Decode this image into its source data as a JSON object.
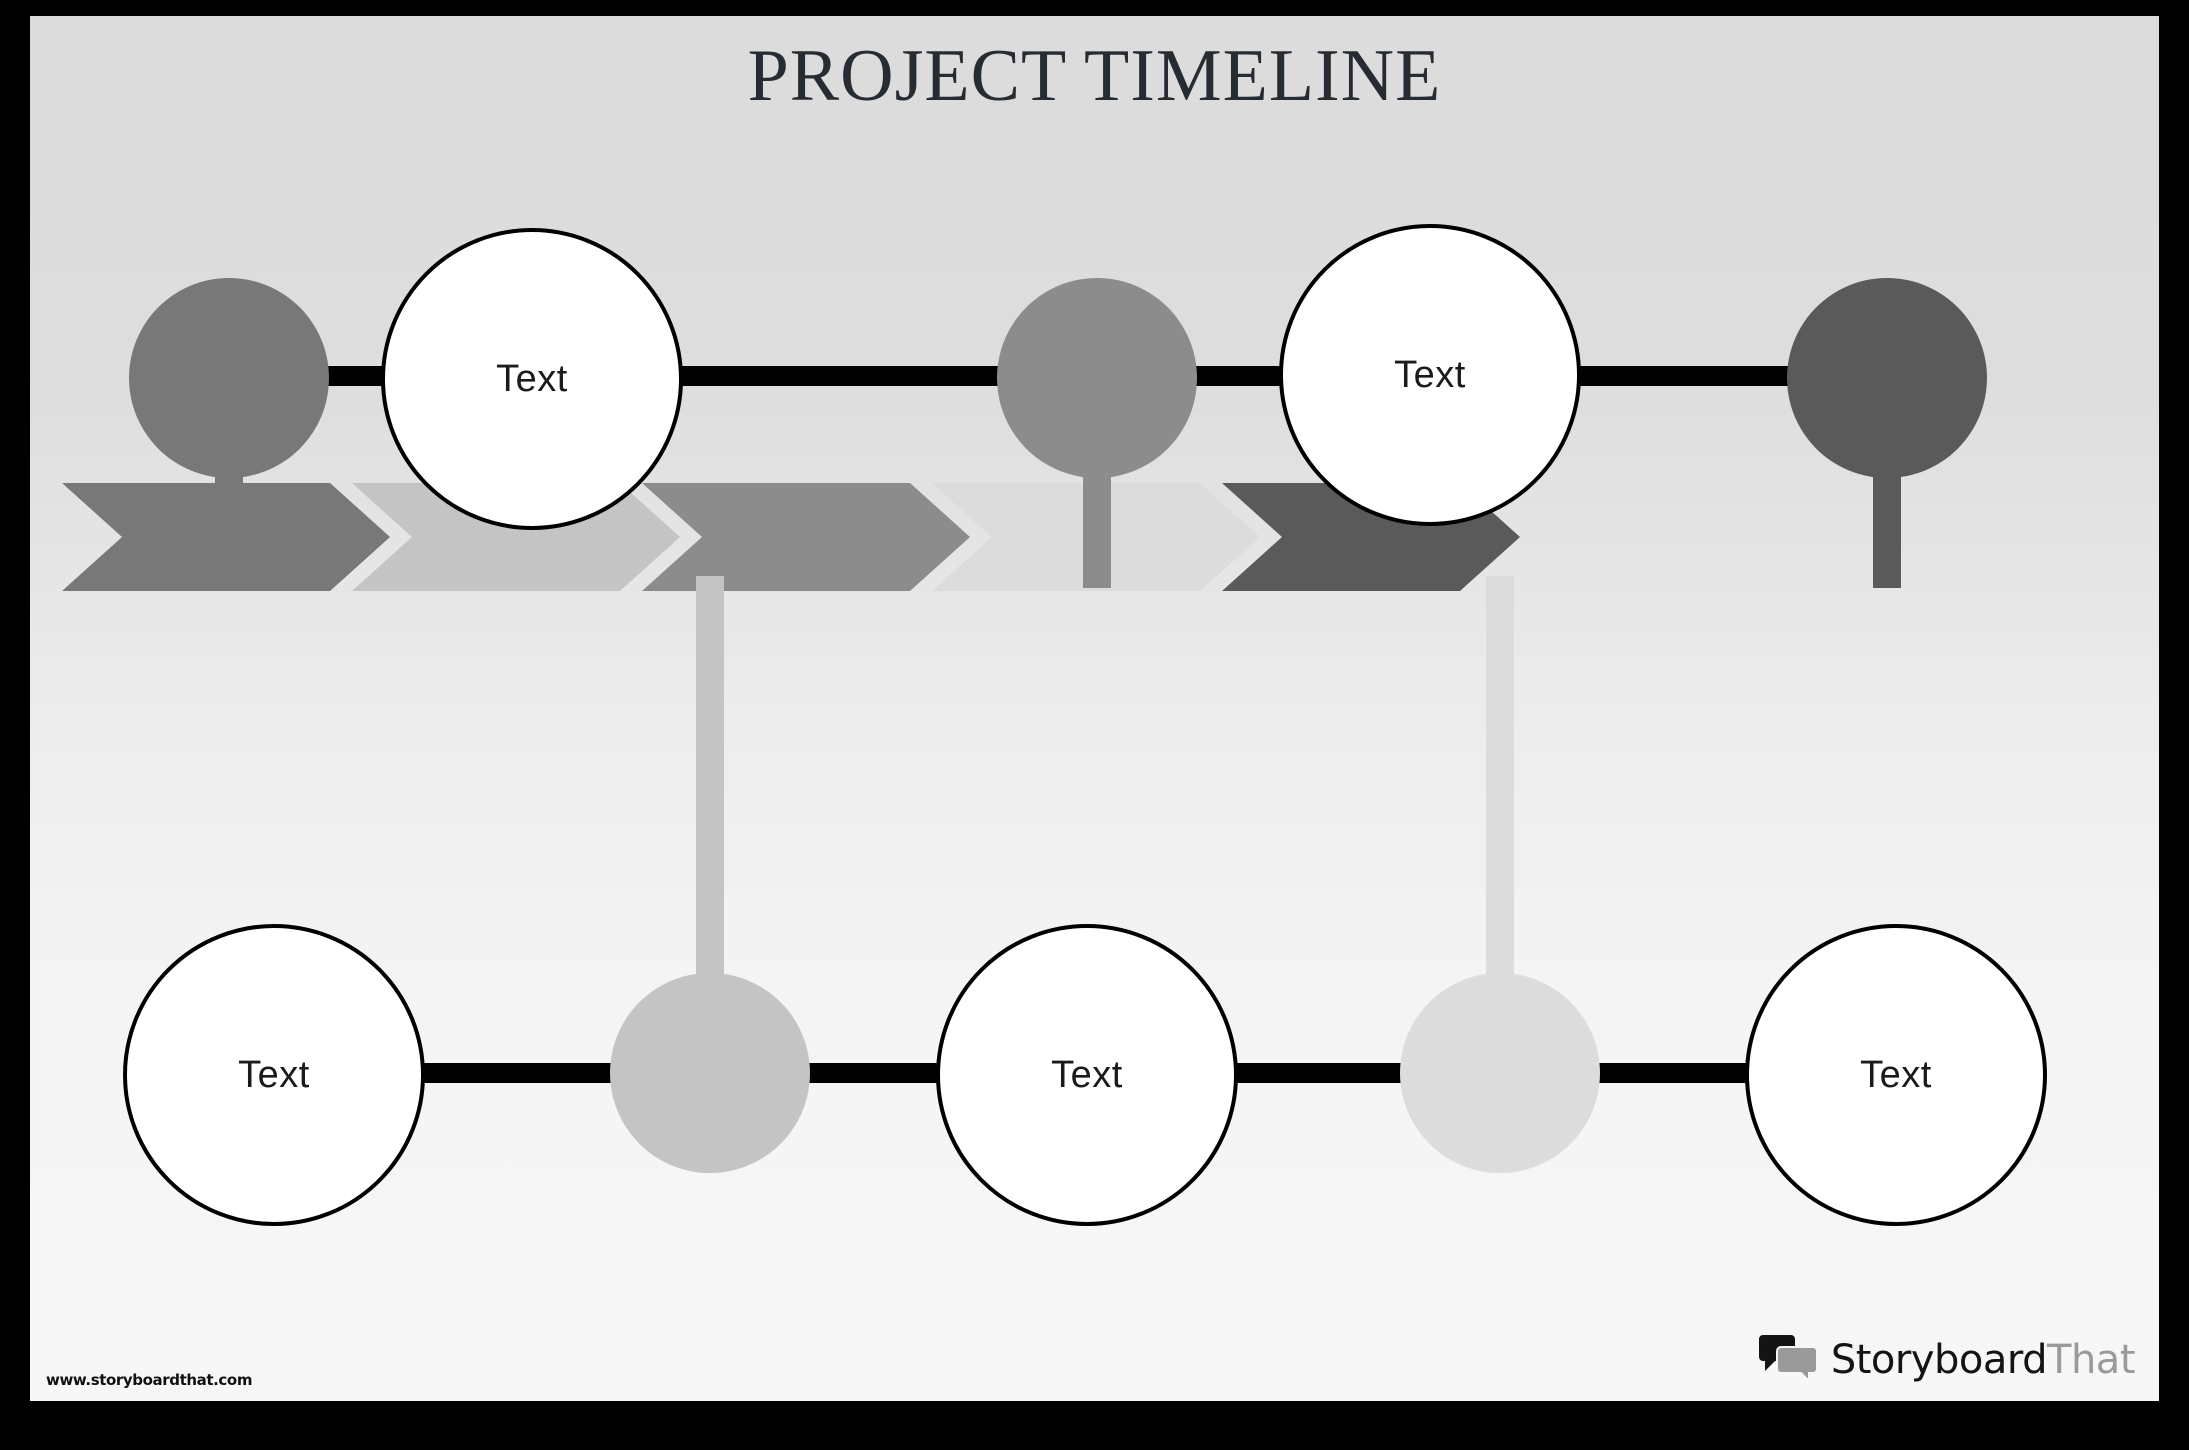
{
  "poster": {
    "title": "PROJECT TIMELINE",
    "background_top": "#dcdcdc",
    "background_bottom": "#f7f7f7",
    "frame_color": "#000000",
    "title_color": "#272c33"
  },
  "timeline": {
    "top_row": [
      {
        "name": "milestone-1",
        "type": "filled",
        "label": "",
        "color": "#787878"
      },
      {
        "name": "milestone-2",
        "type": "open",
        "label": "Text",
        "color": "#ffffff"
      },
      {
        "name": "milestone-3",
        "type": "filled",
        "label": "",
        "color": "#8c8c8c"
      },
      {
        "name": "milestone-4",
        "type": "open",
        "label": "Text",
        "color": "#ffffff"
      },
      {
        "name": "milestone-5",
        "type": "filled",
        "label": "",
        "color": "#5a5a5a"
      }
    ],
    "bottom_row": [
      {
        "name": "milestone-6",
        "type": "open",
        "label": "Text",
        "color": "#ffffff"
      },
      {
        "name": "milestone-7",
        "type": "filled",
        "label": "",
        "color": "#c4c4c4"
      },
      {
        "name": "milestone-8",
        "type": "open",
        "label": "Text",
        "color": "#ffffff"
      },
      {
        "name": "milestone-9",
        "type": "filled",
        "label": "",
        "color": "#dcdcdc"
      },
      {
        "name": "milestone-10",
        "type": "open",
        "label": "Text",
        "color": "#ffffff"
      }
    ],
    "phases": [
      {
        "name": "phase-1",
        "color": "#787878"
      },
      {
        "name": "phase-2",
        "color": "#c4c4c4"
      },
      {
        "name": "phase-3",
        "color": "#8c8c8c"
      },
      {
        "name": "phase-4",
        "color": "#dcdcdc"
      },
      {
        "name": "phase-5",
        "color": "#5a5a5a"
      }
    ],
    "connector_color": "#000000"
  },
  "footer": {
    "url": "www.storyboardthat.com",
    "brand_primary": "Storyboard",
    "brand_secondary": "That",
    "brand_primary_color": "#141414",
    "brand_secondary_color": "#9a9a9a"
  }
}
